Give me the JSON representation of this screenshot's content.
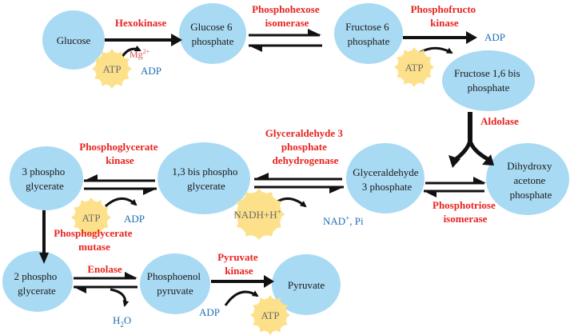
{
  "colors": {
    "node_fill": "#a9daf3",
    "enzyme_text": "#e8231f",
    "cofactor_text": "#1f6fb4",
    "star_fill": "#fde08a",
    "arrow": "#111111"
  },
  "metabolites": {
    "glucose": [
      "Glucose"
    ],
    "glucose6p": [
      "Glucose 6",
      "phosphate"
    ],
    "fructose6p": [
      "Fructose 6",
      "phosphate"
    ],
    "fructose16bp": [
      "Fructose 1,6 bis",
      "phosphate"
    ],
    "dhap": [
      "Dihydroxy",
      "acetone",
      "phosphate"
    ],
    "g3p": [
      "Glyceraldehyde",
      "3 phosphate"
    ],
    "bpg13": [
      "1,3 bis phospho",
      "glycerate"
    ],
    "pg3": [
      "3 phospho",
      "glycerate"
    ],
    "pg2": [
      "2 phospho",
      "glycerate"
    ],
    "pep": [
      "Phosphoenol",
      "pyruvate"
    ],
    "pyruvate": [
      "Pyruvate"
    ]
  },
  "enzymes": {
    "hexokinase": [
      "Hexokinase"
    ],
    "phi": [
      "Phosphohexose",
      "isomerase"
    ],
    "pfk": [
      "Phosphofructo",
      "kinase"
    ],
    "aldolase": [
      "Aldolase"
    ],
    "tpi": [
      "Phosphotriose",
      "isomerase"
    ],
    "g3pdh": [
      "Glyceraldehyde 3",
      "phosphate",
      "dehydrogenase"
    ],
    "pgk": [
      "Phosphoglycerate",
      "kinase"
    ],
    "pgm": [
      "Phosphoglycerate",
      "mutase"
    ],
    "enolase": [
      "Enolase"
    ],
    "pk": [
      "Pyruvate",
      "kinase"
    ]
  },
  "cofactors": {
    "atp": "ATP",
    "adp": "ADP",
    "mg": "Mg",
    "mg_sup": "2+",
    "nadh": "NADH+H",
    "nadh_sup": "+",
    "nad": "NAD",
    "nad_sup": "+",
    "nad_rest": ", Pi",
    "h2o_h": "H",
    "h2o_sub": "2",
    "h2o_o": "O"
  }
}
